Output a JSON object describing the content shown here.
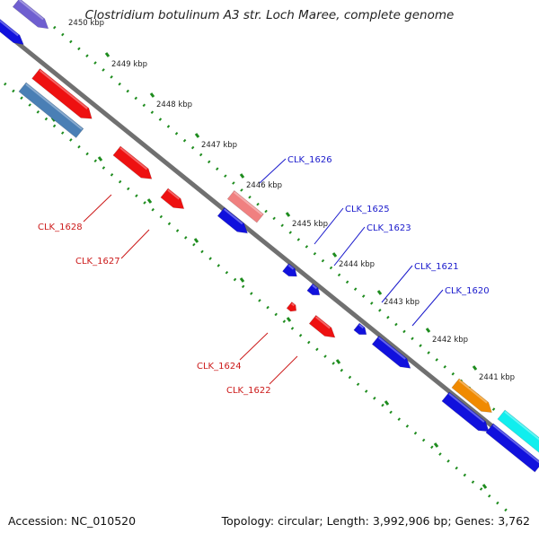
{
  "title": "Clostridium botulinum A3 str. Loch Maree, complete genome",
  "footer": {
    "accession": "Accession: NC_010520",
    "summary": "Topology: circular; Length: 3,992,906 bp; Genes: 3,762"
  },
  "colors": {
    "backbone": "#707070",
    "tick": "#1e8c1e",
    "forward_label": "#1a1acc",
    "reverse_label": "#cc1a1a"
  },
  "kbp_ticks": [
    "2449 kbp",
    "2448 kbp",
    "2447 kbp",
    "2446 kbp",
    "2445 kbp",
    "2444 kbp",
    "2443 kbp",
    "2442 kbp",
    "2441 kbp"
  ],
  "top_partial_tick": "2450 kbp",
  "genes": [
    {
      "id": "g-purple-top",
      "strand": "+",
      "color": "#6f5fd0",
      "label": ""
    },
    {
      "id": "g-blue-top",
      "strand": "+",
      "color": "#1111dd",
      "label": ""
    },
    {
      "id": "g-red-1628",
      "strand": "-",
      "color": "#ee1111",
      "label": "CLK_1628"
    },
    {
      "id": "g-steel",
      "strand": "-",
      "color": "#4a7fb5",
      "label": ""
    },
    {
      "id": "g-red-1627a",
      "strand": "-",
      "color": "#ee1111",
      "label": "CLK_1627"
    },
    {
      "id": "g-red-1627b",
      "strand": "-",
      "color": "#ee1111",
      "label": ""
    },
    {
      "id": "g-pink-1626",
      "strand": "+",
      "color": "#f08080",
      "label": "CLK_1626"
    },
    {
      "id": "g-blue-1626",
      "strand": "+",
      "color": "#1111dd",
      "label": ""
    },
    {
      "id": "g-blue-1625",
      "strand": "+",
      "color": "#1111dd",
      "label": "CLK_1625"
    },
    {
      "id": "g-blue-1623",
      "strand": "+",
      "color": "#1111dd",
      "label": "CLK_1623"
    },
    {
      "id": "g-red-1624",
      "strand": "-",
      "color": "#ee1111",
      "label": "CLK_1624"
    },
    {
      "id": "g-red-1622",
      "strand": "-",
      "color": "#ee1111",
      "label": "CLK_1622"
    },
    {
      "id": "g-blue-1621",
      "strand": "+",
      "color": "#1111dd",
      "label": "CLK_1621"
    },
    {
      "id": "g-blue-1620",
      "strand": "+",
      "color": "#1111dd",
      "label": "CLK_1620"
    },
    {
      "id": "g-orange",
      "strand": "+",
      "color": "#f08a00",
      "label": ""
    },
    {
      "id": "g-blue-low",
      "strand": "+",
      "color": "#1111dd",
      "label": ""
    },
    {
      "id": "g-cyan",
      "strand": "+",
      "color": "#11eeee",
      "label": ""
    },
    {
      "id": "g-blue-edge",
      "strand": "+",
      "color": "#1111dd",
      "label": ""
    }
  ]
}
